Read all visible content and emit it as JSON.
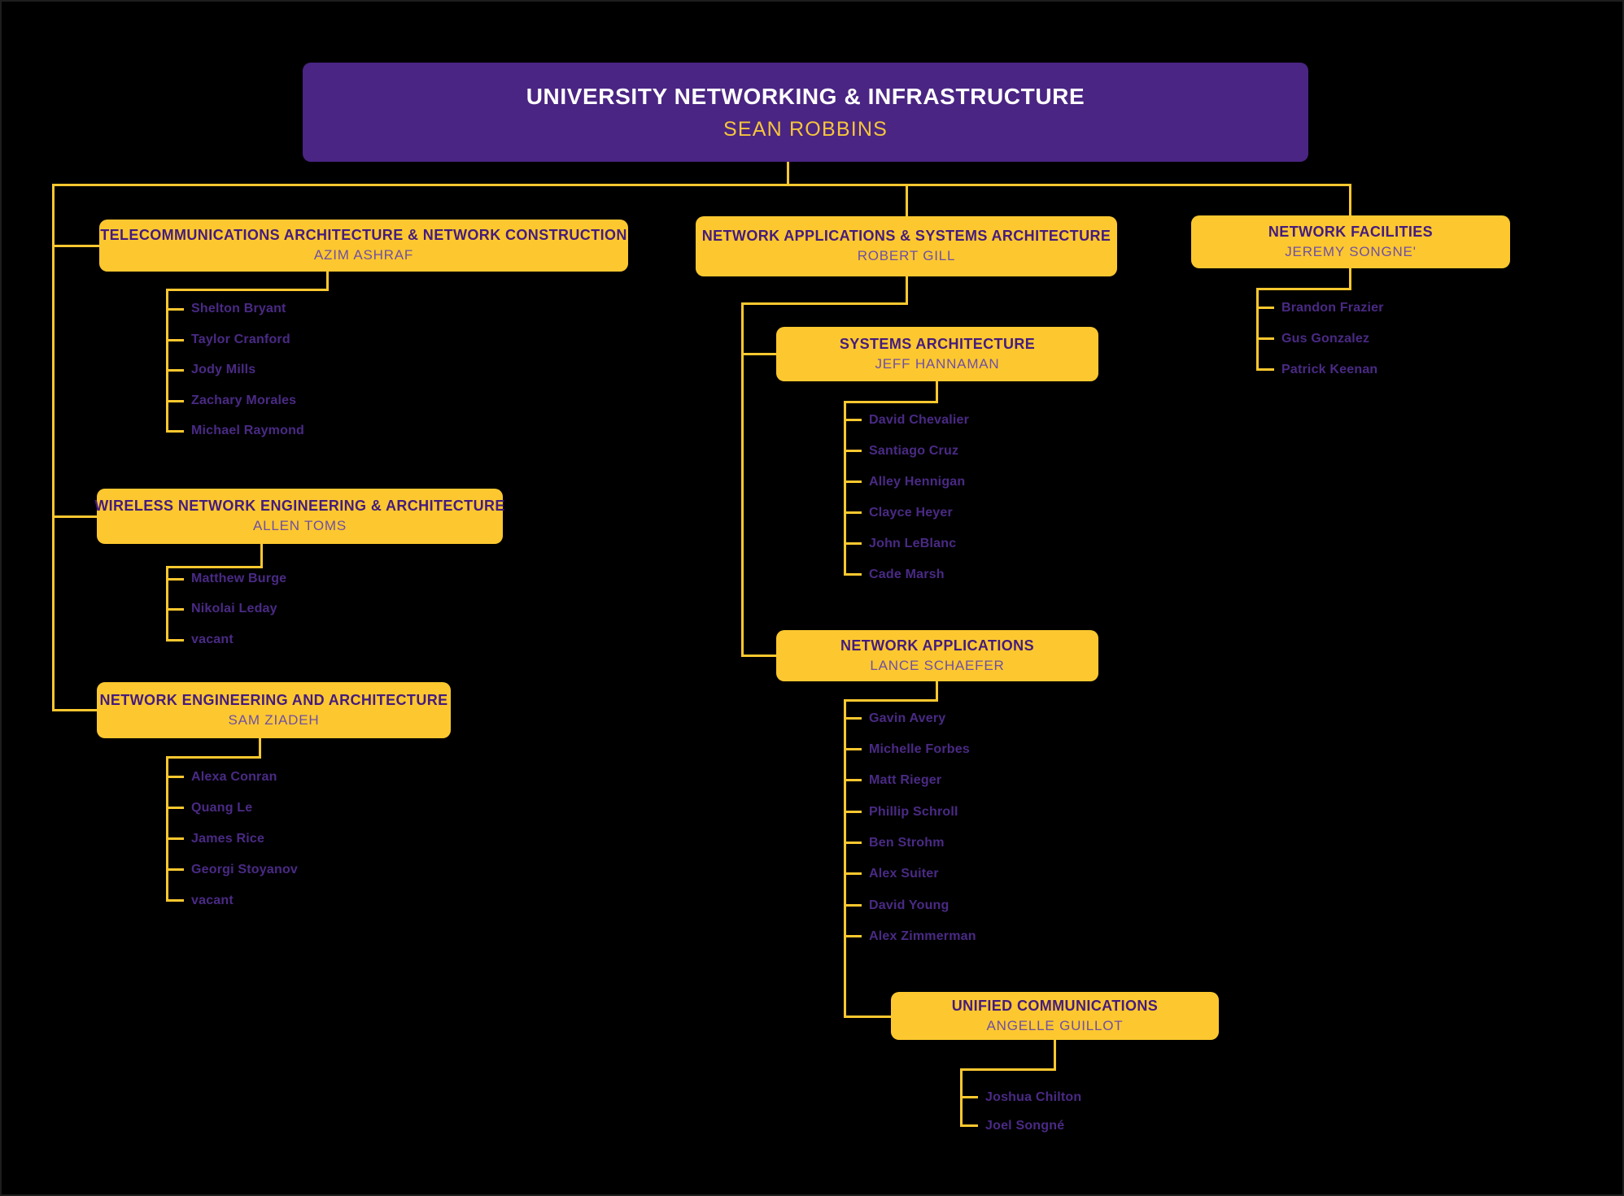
{
  "root": {
    "title": "UNIVERSITY NETWORKING & INFRASTRUCTURE",
    "manager": "SEAN ROBBINS"
  },
  "departments": [
    {
      "title": "TELECOMMUNICATIONS ARCHITECTURE & NETWORK CONSTRUCTION",
      "manager": "AZIM ASHRAF",
      "members": [
        "Shelton Bryant",
        "Taylor Cranford",
        "Jody Mills",
        "Zachary Morales",
        "Michael Raymond"
      ]
    },
    {
      "title": "WIRELESS NETWORK ENGINEERING & ARCHITECTURE",
      "manager": "ALLEN TOMS",
      "members": [
        "Matthew Burge",
        "Nikolai Leday",
        "vacant"
      ]
    },
    {
      "title": "NETWORK ENGINEERING AND ARCHITECTURE",
      "manager": "SAM ZIADEH",
      "members": [
        "Alexa Conran",
        "Quang Le",
        "James Rice",
        "Georgi Stoyanov",
        "vacant"
      ]
    },
    {
      "title": "NETWORK APPLICATIONS & SYSTEMS ARCHITECTURE",
      "manager": "ROBERT GILL",
      "members": []
    },
    {
      "title": "SYSTEMS ARCHITECTURE",
      "manager": "JEFF HANNAMAN",
      "members": [
        "David Chevalier",
        "Santiago Cruz",
        "Alley Hennigan",
        "Clayce Heyer",
        "John LeBlanc",
        "Cade Marsh"
      ]
    },
    {
      "title": "NETWORK APPLICATIONS",
      "manager": "LANCE SCHAEFER",
      "members": [
        "Gavin Avery",
        "Michelle Forbes",
        "Matt Rieger",
        "Phillip Schroll",
        "Ben Strohm",
        "Alex Suiter",
        "David Young",
        "Alex Zimmerman"
      ]
    },
    {
      "title": "UNIFIED COMMUNICATIONS",
      "manager": "ANGELLE GUILLOT",
      "members": [
        "Joshua Chilton",
        "Joel Songné"
      ]
    },
    {
      "title": "NETWORK FACILITIES",
      "manager": "JEREMY SONGNE'",
      "members": [
        "Brandon Frazier",
        "Gus Gonzalez",
        "Patrick Keenan"
      ]
    }
  ],
  "colors": {
    "background": "#000000",
    "accent_gold": "#FDC82F",
    "root_purple": "#4A2583",
    "title_purple": "#451C7C",
    "manager_purple": "#6F4FA3",
    "member_purple": "#4A2A85",
    "root_title_text": "#FFFFFF"
  }
}
